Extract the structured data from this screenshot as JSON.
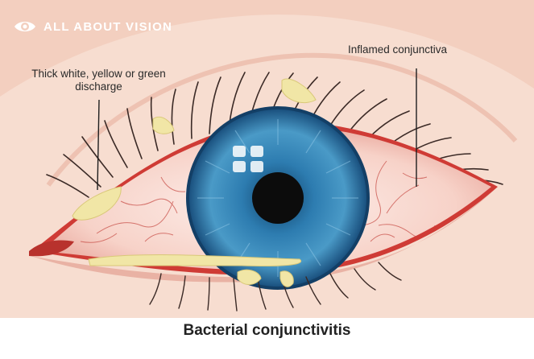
{
  "brand": {
    "name": "ALL ABOUT VISION",
    "icon": "eye-logo-icon"
  },
  "callouts": {
    "discharge": "Thick white, yellow or green discharge",
    "inflamed": "Inflamed conjunctiva"
  },
  "caption": "Bacterial conjunctivitis",
  "colors": {
    "skin": "#f7ddd0",
    "lid_crease": "#f3c9b8",
    "sclera": "#fbe3dc",
    "inflamed_rim": "#d8403a",
    "iris": "#2f7fb2",
    "pupil": "#0c0c0c",
    "discharge": "#f1e6a6",
    "lash": "#3b2a26"
  }
}
